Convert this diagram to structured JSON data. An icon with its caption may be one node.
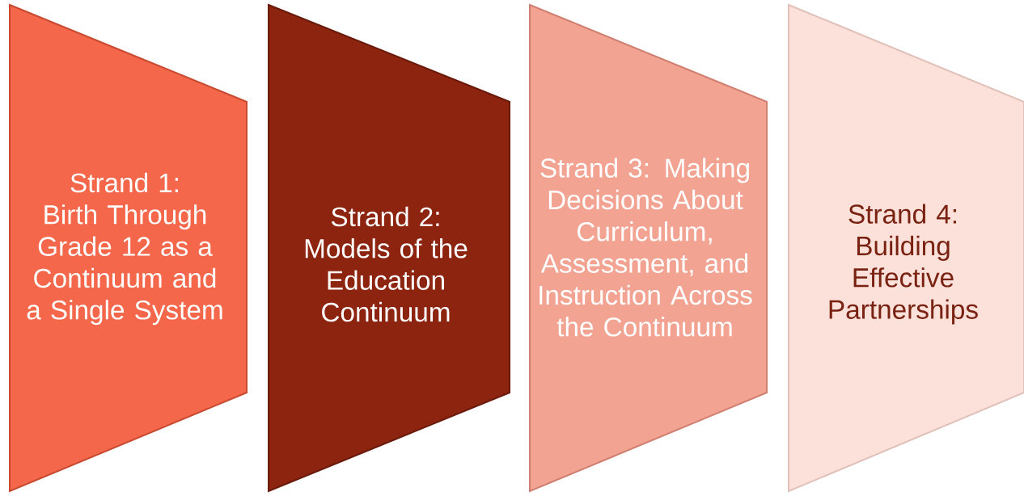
{
  "diagram": {
    "nodes": [
      {
        "text": [
          "Strand 1: Birth Through Grade 12 as a Continuum and a Single System"
        ]
      },
      {
        "text": [
          "Strand 2: Models of the Education Continuum"
        ]
      },
      {
        "text": [
          "Strand 3: Making Decisions About Curriculum, Assessment, and Instruction Across the Continuum"
        ]
      },
      {
        "text": [
          "Strand 4: Building Effective Partnerships"
        ]
      }
    ]
  }
}
